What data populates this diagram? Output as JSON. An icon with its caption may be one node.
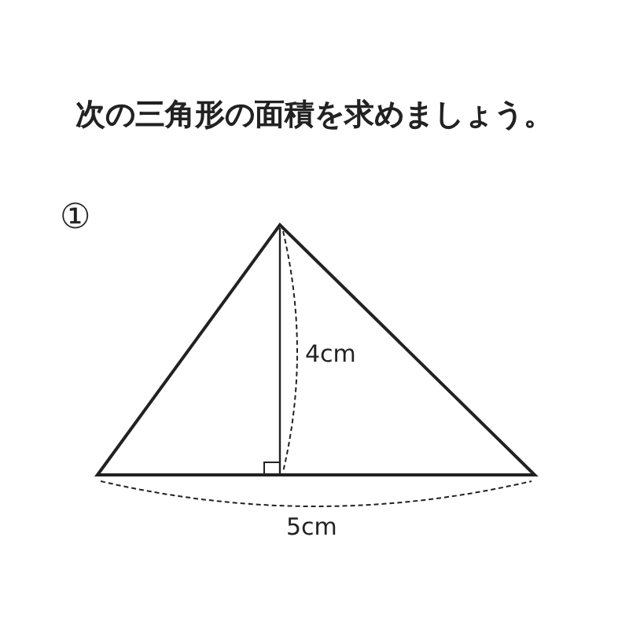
{
  "diagram": {
    "title": "次の三角形の面積を求めましょう。",
    "labels": [
      "①",
      "4cm",
      "5cm"
    ]
  }
}
